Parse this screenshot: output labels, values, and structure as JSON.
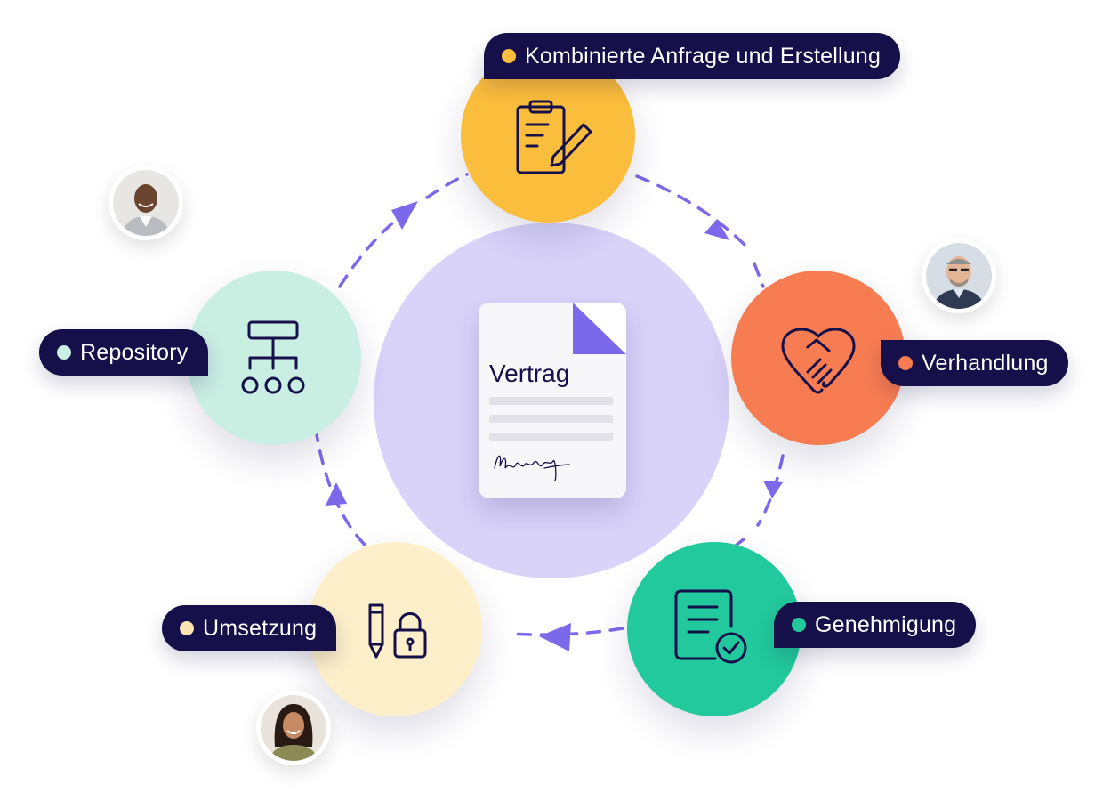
{
  "center": {
    "document_title": "Vertrag",
    "document_icon": "contract-document-icon"
  },
  "stages": [
    {
      "label": "Kombinierte Anfrage und Erstellung",
      "icon": "clipboard-edit-icon",
      "color": "#fbbd3c",
      "dot": "#fbbd3c"
    },
    {
      "label": "Verhandlung",
      "icon": "handshake-icon",
      "color": "#f77c52",
      "dot": "#f77c52"
    },
    {
      "label": "Genehmigung",
      "icon": "document-check-icon",
      "color": "#22c99c",
      "dot": "#22c99c"
    },
    {
      "label": "Umsetzung",
      "icon": "pencil-lock-icon",
      "color": "#fdefc9",
      "dot": "#fde6b4"
    },
    {
      "label": "Repository",
      "icon": "hierarchy-icon",
      "color": "#c9eee2",
      "dot": "#c9eee2"
    }
  ],
  "colors": {
    "label_bg": "#16104a",
    "center_circle": "#d9d3fa",
    "arrows": "#7c68eb",
    "icon_stroke": "#16104a"
  },
  "avatars": [
    "avatar-man-smiling",
    "avatar-man-glasses",
    "avatar-woman-smiling"
  ]
}
